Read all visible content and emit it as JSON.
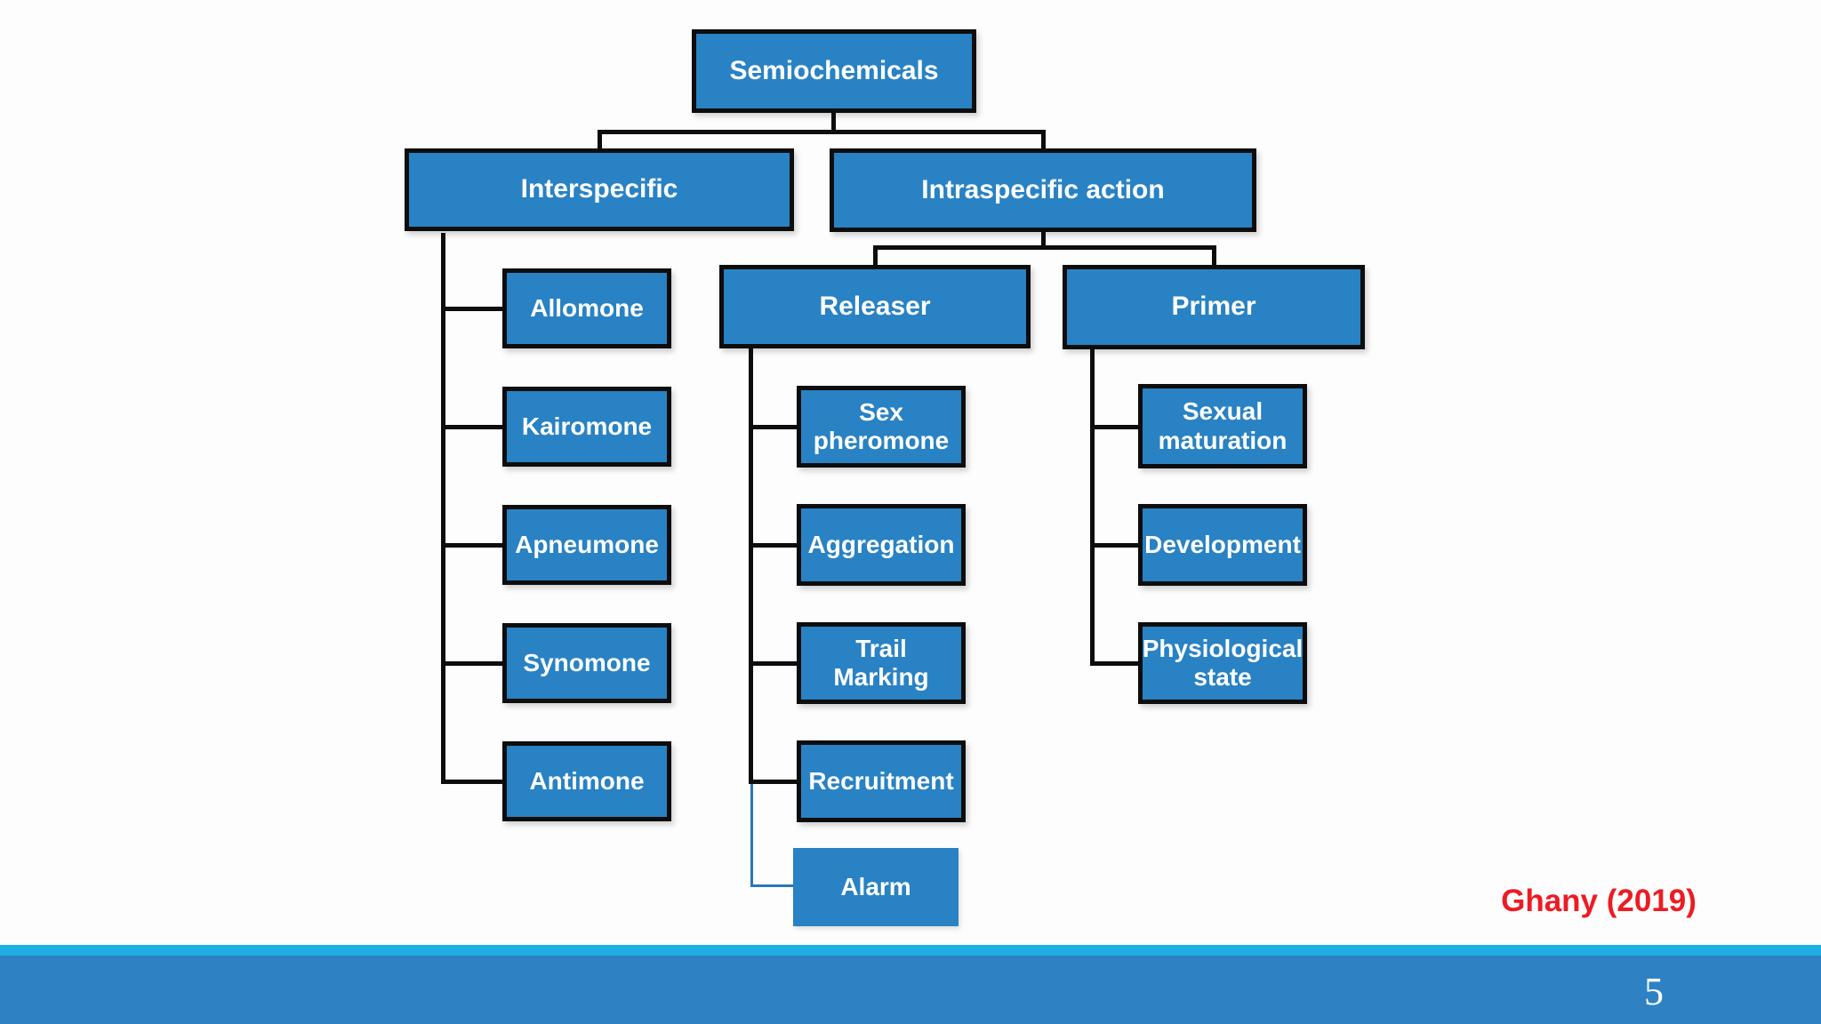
{
  "slide": {
    "page_number": "5",
    "citation": "Ghany (2019)"
  },
  "colors": {
    "node_fill": "#2882c4",
    "node_border": "#0d0d0d",
    "node_text": "#ffffff",
    "connector_black": "#0d0d0d",
    "connector_blue": "#2e75b5",
    "footer_strip": "#1fade6",
    "footer_bar": "#2e82c3",
    "citation_red": "#ec1c24"
  },
  "tree": {
    "root": {
      "label": "Semiochemicals"
    },
    "branches": [
      {
        "label": "Interspecific",
        "children": [
          "Allomone",
          "Kairomone",
          "Apneumone",
          "Synomone",
          "Antimone"
        ]
      },
      {
        "label": "Intraspecific action",
        "children": [
          {
            "label": "Releaser",
            "children": [
              "Sex pheromone",
              "Aggregation",
              "Trail Marking",
              "Recruitment",
              "Alarm"
            ]
          },
          {
            "label": "Primer",
            "children": [
              "Sexual maturation",
              "Development",
              "Physiological state"
            ]
          }
        ]
      }
    ]
  }
}
